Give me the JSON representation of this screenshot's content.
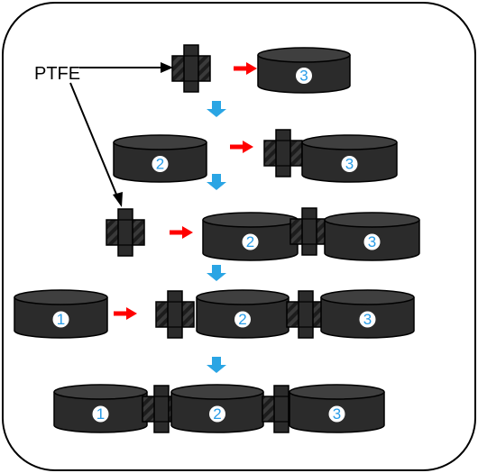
{
  "label": "PTFE",
  "disk_numbers": [
    "1",
    "2",
    "3"
  ],
  "colors": {
    "disk_body": "#2b2b2b",
    "disk_top": "#3f3f3f",
    "outline": "#000000",
    "hatch_a": "#1c1c1c",
    "hatch_b": "#3a3a3a",
    "arrow_red": "#ff0000",
    "arrow_blue": "#2aa5e4",
    "number": "#2a9de8"
  },
  "steps": [
    {
      "step": 1,
      "parts": [
        "PTFE",
        "3"
      ]
    },
    {
      "step": 2,
      "parts": [
        "2",
        "PTFE+3"
      ]
    },
    {
      "step": 3,
      "parts": [
        "PTFE",
        "2+PTFE+3"
      ]
    },
    {
      "step": 4,
      "parts": [
        "1",
        "PTFE+2+PTFE+3"
      ]
    },
    {
      "step": 5,
      "parts": [
        "1+PTFE+2+PTFE+3"
      ]
    }
  ]
}
